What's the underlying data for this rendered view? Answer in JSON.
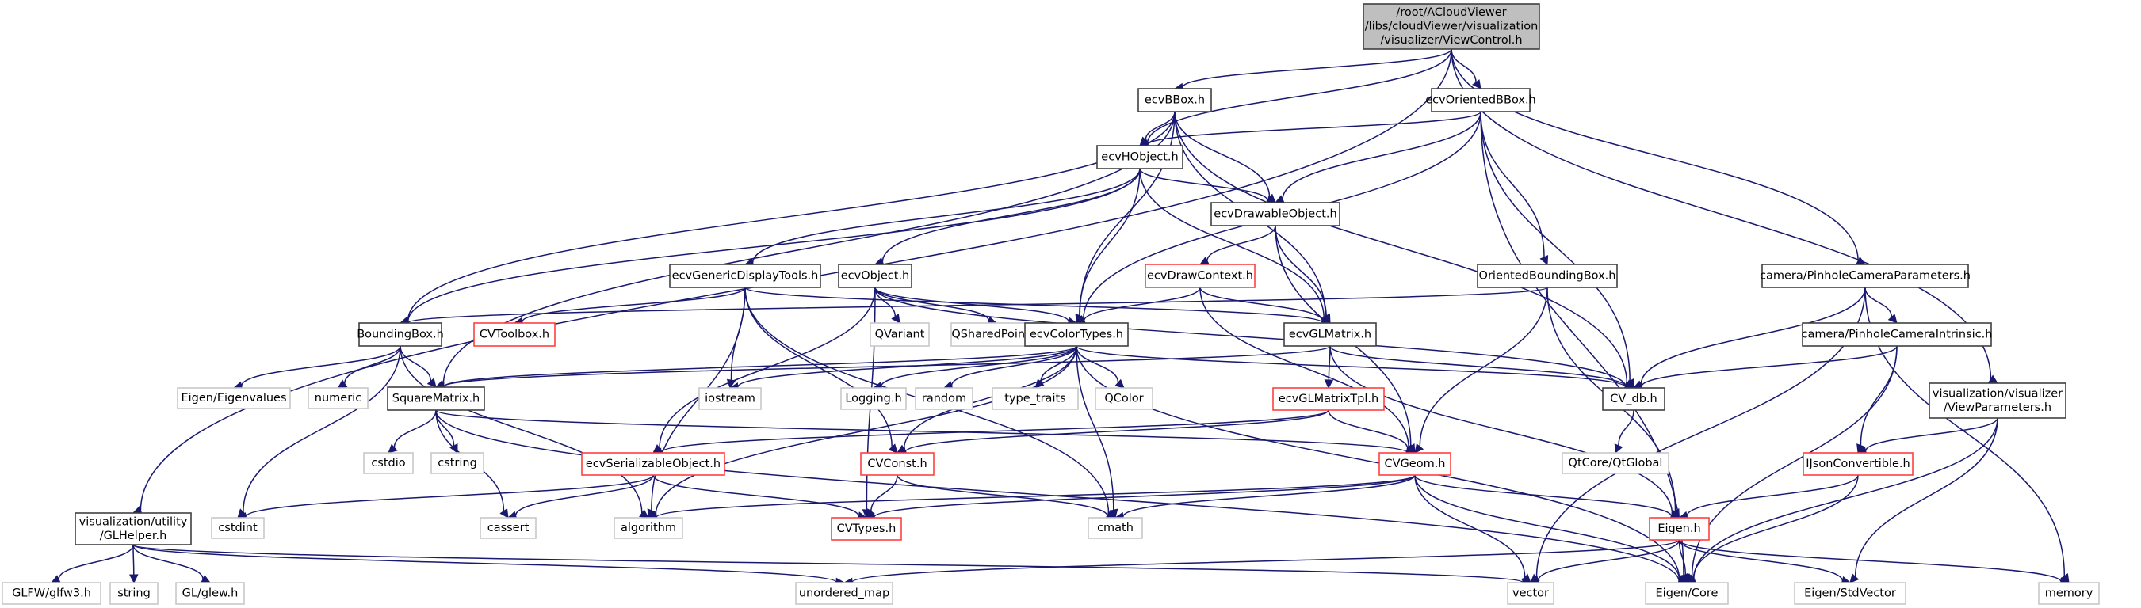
{
  "graph": {
    "title": "Include dependency graph for ViewControl.h",
    "colors": {
      "edge": "#191970",
      "root_fill": "#bfbfbf",
      "normal_border": "#404040",
      "incomplete_border": "#ff4040",
      "external_border": "#c8c8c8"
    },
    "nodes": [
      {
        "id": "root",
        "kind": "root",
        "lines": [
          "/root/ACloudViewer",
          "/libs/cloudViewer/visualization",
          "/visualizer/ViewControl.h"
        ]
      },
      {
        "id": "ecvBBox",
        "kind": "normal",
        "lines": [
          "ecvBBox.h"
        ]
      },
      {
        "id": "ecvOrientedBBox",
        "kind": "normal",
        "lines": [
          "ecvOrientedBBox.h"
        ]
      },
      {
        "id": "ecvHObject",
        "kind": "normal",
        "lines": [
          "ecvHObject.h"
        ]
      },
      {
        "id": "ecvDrawableObject",
        "kind": "normal",
        "lines": [
          "ecvDrawableObject.h"
        ]
      },
      {
        "id": "ecvGenericDisplayTools",
        "kind": "normal",
        "lines": [
          "ecvGenericDisplayTools.h"
        ]
      },
      {
        "id": "ecvObject",
        "kind": "normal",
        "lines": [
          "ecvObject.h"
        ]
      },
      {
        "id": "ecvDrawContext",
        "kind": "red",
        "lines": [
          "ecvDrawContext.h"
        ]
      },
      {
        "id": "OrientedBoundingBox",
        "kind": "normal",
        "lines": [
          "OrientedBoundingBox.h"
        ]
      },
      {
        "id": "PinholeCameraParameters",
        "kind": "normal",
        "lines": [
          "camera/PinholeCameraParameters.h"
        ]
      },
      {
        "id": "BoundingBox",
        "kind": "normal",
        "lines": [
          "BoundingBox.h"
        ]
      },
      {
        "id": "CVToolbox",
        "kind": "red",
        "lines": [
          "CVToolbox.h"
        ]
      },
      {
        "id": "QVariant",
        "kind": "gray",
        "lines": [
          "QVariant"
        ]
      },
      {
        "id": "QSharedPointer",
        "kind": "gray",
        "lines": [
          "QSharedPointer"
        ]
      },
      {
        "id": "ecvColorTypes",
        "kind": "normal",
        "lines": [
          "ecvColorTypes.h"
        ]
      },
      {
        "id": "ecvGLMatrix",
        "kind": "normal",
        "lines": [
          "ecvGLMatrix.h"
        ]
      },
      {
        "id": "PinholeCameraIntrinsic",
        "kind": "normal",
        "lines": [
          "camera/PinholeCameraIntrinsic.h"
        ]
      },
      {
        "id": "ViewParameters",
        "kind": "normal",
        "lines": [
          "visualization/visualizer",
          "/ViewParameters.h"
        ]
      },
      {
        "id": "EigenEigenvalues",
        "kind": "gray",
        "lines": [
          "Eigen/Eigenvalues"
        ]
      },
      {
        "id": "numeric",
        "kind": "gray",
        "lines": [
          "numeric"
        ]
      },
      {
        "id": "SquareMatrix",
        "kind": "normal",
        "lines": [
          "SquareMatrix.h"
        ]
      },
      {
        "id": "iostream",
        "kind": "gray",
        "lines": [
          "iostream"
        ]
      },
      {
        "id": "Logging",
        "kind": "gray",
        "lines": [
          "Logging.h"
        ]
      },
      {
        "id": "random",
        "kind": "gray",
        "lines": [
          "random"
        ]
      },
      {
        "id": "type_traits",
        "kind": "gray",
        "lines": [
          "type_traits"
        ]
      },
      {
        "id": "QColor",
        "kind": "gray",
        "lines": [
          "QColor"
        ]
      },
      {
        "id": "ecvGLMatrixTpl",
        "kind": "red",
        "lines": [
          "ecvGLMatrixTpl.h"
        ]
      },
      {
        "id": "CV_db",
        "kind": "normal",
        "lines": [
          "CV_db.h"
        ]
      },
      {
        "id": "cstdio",
        "kind": "gray",
        "lines": [
          "cstdio"
        ]
      },
      {
        "id": "cstring",
        "kind": "gray",
        "lines": [
          "cstring"
        ]
      },
      {
        "id": "ecvSerializableObject",
        "kind": "red",
        "lines": [
          "ecvSerializableObject.h"
        ]
      },
      {
        "id": "CVConst",
        "kind": "red",
        "lines": [
          "CVConst.h"
        ]
      },
      {
        "id": "CVGeom",
        "kind": "red",
        "lines": [
          "CVGeom.h"
        ]
      },
      {
        "id": "QtGlobal",
        "kind": "gray",
        "lines": [
          "QtCore/QtGlobal"
        ]
      },
      {
        "id": "IJsonConvertible",
        "kind": "red",
        "lines": [
          "IJsonConvertible.h"
        ]
      },
      {
        "id": "GLHelper",
        "kind": "normal",
        "lines": [
          "visualization/utility",
          "/GLHelper.h"
        ]
      },
      {
        "id": "cstdint",
        "kind": "gray",
        "lines": [
          "cstdint"
        ]
      },
      {
        "id": "cassert",
        "kind": "gray",
        "lines": [
          "cassert"
        ]
      },
      {
        "id": "algorithm",
        "kind": "gray",
        "lines": [
          "algorithm"
        ]
      },
      {
        "id": "CVTypes",
        "kind": "red",
        "lines": [
          "CVTypes.h"
        ]
      },
      {
        "id": "cmath",
        "kind": "gray",
        "lines": [
          "cmath"
        ]
      },
      {
        "id": "EigenH",
        "kind": "red",
        "lines": [
          "Eigen.h"
        ]
      },
      {
        "id": "glfw3",
        "kind": "gray",
        "lines": [
          "GLFW/glfw3.h"
        ]
      },
      {
        "id": "string",
        "kind": "gray",
        "lines": [
          "string"
        ]
      },
      {
        "id": "glew",
        "kind": "gray",
        "lines": [
          "GL/glew.h"
        ]
      },
      {
        "id": "unordered_map",
        "kind": "gray",
        "lines": [
          "unordered_map"
        ]
      },
      {
        "id": "vector",
        "kind": "gray",
        "lines": [
          "vector"
        ]
      },
      {
        "id": "EigenCore",
        "kind": "gray",
        "lines": [
          "Eigen/Core"
        ]
      },
      {
        "id": "EigenStdVector",
        "kind": "gray",
        "lines": [
          "Eigen/StdVector"
        ]
      },
      {
        "id": "memory",
        "kind": "gray",
        "lines": [
          "memory"
        ]
      }
    ],
    "edges": [
      [
        "root",
        "ecvBBox"
      ],
      [
        "root",
        "ecvHObject"
      ],
      [
        "root",
        "ecvOrientedBBox"
      ],
      [
        "root",
        "PinholeCameraParameters"
      ],
      [
        "root",
        "ViewParameters"
      ],
      [
        "root",
        "GLHelper"
      ],
      [
        "ecvBBox",
        "ecvHObject"
      ],
      [
        "ecvBBox",
        "ecvDrawableObject"
      ],
      [
        "ecvBBox",
        "ecvColorTypes"
      ],
      [
        "ecvBBox",
        "ecvGLMatrix"
      ],
      [
        "ecvBBox",
        "CV_db"
      ],
      [
        "ecvBBox",
        "BoundingBox"
      ],
      [
        "ecvBBox",
        "SquareMatrix"
      ],
      [
        "ecvOrientedBBox",
        "ecvHObject"
      ],
      [
        "ecvOrientedBBox",
        "ecvDrawableObject"
      ],
      [
        "ecvOrientedBBox",
        "ecvColorTypes"
      ],
      [
        "ecvOrientedBBox",
        "OrientedBoundingBox"
      ],
      [
        "ecvOrientedBBox",
        "CV_db"
      ],
      [
        "ecvOrientedBBox",
        "EigenCore"
      ],
      [
        "ecvHObject",
        "ecvDrawableObject"
      ],
      [
        "ecvHObject",
        "ecvGenericDisplayTools"
      ],
      [
        "ecvHObject",
        "ecvObject"
      ],
      [
        "ecvHObject",
        "ecvColorTypes"
      ],
      [
        "ecvHObject",
        "ecvGLMatrix"
      ],
      [
        "ecvHObject",
        "BoundingBox"
      ],
      [
        "ecvDrawableObject",
        "ecvDrawContext"
      ],
      [
        "ecvDrawableObject",
        "ecvGLMatrix"
      ],
      [
        "ecvDrawableObject",
        "CVGeom"
      ],
      [
        "ecvDrawContext",
        "ecvColorTypes"
      ],
      [
        "ecvDrawContext",
        "ecvGLMatrix"
      ],
      [
        "ecvDrawContext",
        "CVGeom"
      ],
      [
        "ecvGenericDisplayTools",
        "CVToolbox"
      ],
      [
        "ecvGenericDisplayTools",
        "ecvGLMatrix"
      ],
      [
        "ecvGenericDisplayTools",
        "iostream"
      ],
      [
        "ecvGenericDisplayTools",
        "algorithm"
      ],
      [
        "ecvGenericDisplayTools",
        "cmath"
      ],
      [
        "ecvGenericDisplayTools",
        "CVConst"
      ],
      [
        "ecvObject",
        "QVariant"
      ],
      [
        "ecvObject",
        "QSharedPointer"
      ],
      [
        "ecvObject",
        "ecvColorTypes"
      ],
      [
        "ecvObject",
        "CV_db"
      ],
      [
        "ecvObject",
        "ecvSerializableObject"
      ],
      [
        "ecvObject",
        "CVTypes"
      ],
      [
        "OrientedBoundingBox",
        "BoundingBox"
      ],
      [
        "OrientedBoundingBox",
        "CVGeom"
      ],
      [
        "OrientedBoundingBox",
        "EigenH"
      ],
      [
        "PinholeCameraParameters",
        "PinholeCameraIntrinsic"
      ],
      [
        "PinholeCameraParameters",
        "CV_db"
      ],
      [
        "PinholeCameraParameters",
        "vector"
      ],
      [
        "PinholeCameraParameters",
        "memory"
      ],
      [
        "PinholeCameraIntrinsic",
        "CV_db"
      ],
      [
        "PinholeCameraIntrinsic",
        "IJsonConvertible"
      ],
      [
        "PinholeCameraIntrinsic",
        "EigenCore"
      ],
      [
        "ViewParameters",
        "IJsonConvertible"
      ],
      [
        "ViewParameters",
        "EigenCore"
      ],
      [
        "ViewParameters",
        "EigenStdVector"
      ],
      [
        "BoundingBox",
        "SquareMatrix"
      ],
      [
        "BoundingBox",
        "EigenEigenvalues"
      ],
      [
        "BoundingBox",
        "numeric"
      ],
      [
        "BoundingBox",
        "cstdint"
      ],
      [
        "BoundingBox",
        "algorithm"
      ],
      [
        "ecvColorTypes",
        "Logging"
      ],
      [
        "ecvColorTypes",
        "random"
      ],
      [
        "ecvColorTypes",
        "type_traits"
      ],
      [
        "ecvColorTypes",
        "QColor"
      ],
      [
        "ecvColorTypes",
        "iostream"
      ],
      [
        "ecvColorTypes",
        "CV_db"
      ],
      [
        "ecvColorTypes",
        "SquareMatrix"
      ],
      [
        "ecvColorTypes",
        "CVConst"
      ],
      [
        "ecvColorTypes",
        "algorithm"
      ],
      [
        "ecvColorTypes",
        "cmath"
      ],
      [
        "ecvColorTypes",
        "EigenCore"
      ],
      [
        "ecvGLMatrix",
        "ecvGLMatrixTpl"
      ],
      [
        "ecvGLMatrix",
        "CV_db"
      ],
      [
        "ecvGLMatrix",
        "SquareMatrix"
      ],
      [
        "ecvGLMatrix",
        "EigenH"
      ],
      [
        "SquareMatrix",
        "cstdio"
      ],
      [
        "SquareMatrix",
        "cstring"
      ],
      [
        "SquareMatrix",
        "CVGeom"
      ],
      [
        "SquareMatrix",
        "cassert"
      ],
      [
        "SquareMatrix",
        "EigenCore"
      ],
      [
        "ecvGLMatrixTpl",
        "CVGeom"
      ],
      [
        "ecvGLMatrixTpl",
        "CVConst"
      ],
      [
        "ecvGLMatrixTpl",
        "ecvSerializableObject"
      ],
      [
        "CV_db",
        "QtGlobal"
      ],
      [
        "ecvSerializableObject",
        "cstdint"
      ],
      [
        "ecvSerializableObject",
        "cassert"
      ],
      [
        "ecvSerializableObject",
        "CVTypes"
      ],
      [
        "CVConst",
        "CVTypes"
      ],
      [
        "CVConst",
        "cmath"
      ],
      [
        "CVGeom",
        "algorithm"
      ],
      [
        "CVGeom",
        "CVTypes"
      ],
      [
        "CVGeom",
        "cmath"
      ],
      [
        "CVGeom",
        "EigenH"
      ],
      [
        "CVGeom",
        "vector"
      ],
      [
        "CVGeom",
        "EigenCore"
      ],
      [
        "IJsonConvertible",
        "EigenH"
      ],
      [
        "IJsonConvertible",
        "EigenCore"
      ],
      [
        "EigenH",
        "unordered_map"
      ],
      [
        "EigenH",
        "vector"
      ],
      [
        "EigenH",
        "EigenCore"
      ],
      [
        "EigenH",
        "EigenStdVector"
      ],
      [
        "EigenH",
        "memory"
      ],
      [
        "GLHelper",
        "glfw3"
      ],
      [
        "GLHelper",
        "string"
      ],
      [
        "GLHelper",
        "glew"
      ],
      [
        "GLHelper",
        "unordered_map"
      ],
      [
        "GLHelper",
        "vector"
      ]
    ]
  }
}
